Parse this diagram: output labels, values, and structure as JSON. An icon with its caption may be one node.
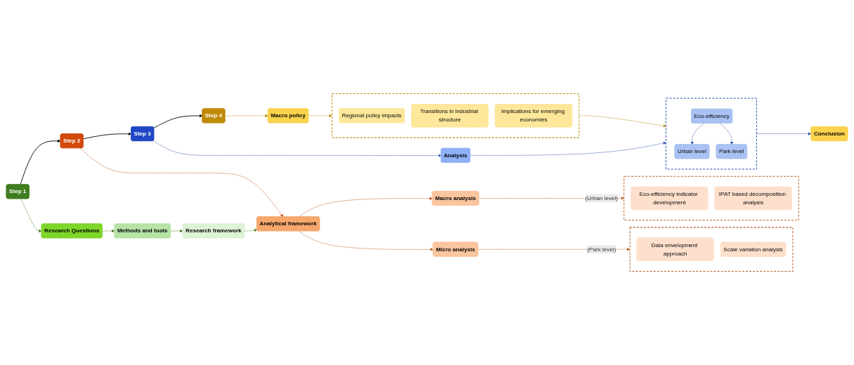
{
  "diagram": {
    "nodes": [
      {
        "text": [
          "Step 1"
        ]
      },
      {
        "text": [
          "Step 2"
        ]
      },
      {
        "text": [
          "Step 3"
        ]
      },
      {
        "text": [
          "Step 4"
        ]
      },
      {
        "text": [
          "Research Questions"
        ]
      },
      {
        "text": [
          "Methods and tools"
        ]
      },
      {
        "text": [
          "Research framework"
        ]
      },
      {
        "text": [
          "Analytical framework"
        ]
      },
      {
        "text": [
          "Macro analysis"
        ]
      },
      {
        "text": [
          "Micro analysis"
        ]
      },
      {
        "text": [],
        "shape": "box"
      },
      {
        "text": [
          "Eco-efficiency indicator development"
        ],
        "in": 10
      },
      {
        "text": [
          "IPAT based decomposition analysis"
        ],
        "in": 10
      },
      {
        "text": [],
        "shape": "box"
      },
      {
        "text": [
          "Data envelopment approach"
        ],
        "in": 13
      },
      {
        "text": [
          "Scale variation analysis"
        ],
        "in": 13
      },
      {
        "text": [
          "Analysis"
        ]
      },
      {
        "text": [],
        "shape": "box"
      },
      {
        "text": [
          "Eco-efficiency"
        ],
        "in": 17
      },
      {
        "text": [
          "Urban level"
        ],
        "in": 17
      },
      {
        "text": [
          "Park level"
        ],
        "in": 17
      },
      {
        "text": [
          "Macro policy"
        ]
      },
      {
        "text": [],
        "shape": "box"
      },
      {
        "text": [
          "Regional policy impacts"
        ],
        "in": 22
      },
      {
        "text": [
          "Transitions in industrial structure"
        ],
        "in": 22
      },
      {
        "text": [
          "Implications for emerging economies"
        ],
        "in": 22
      },
      {
        "text": [
          "Conclusion"
        ]
      }
    ],
    "edges": [
      {
        "from": 0,
        "to": 1,
        "arrow": "to",
        "color": "#000000"
      },
      {
        "from": 1,
        "to": 2,
        "arrow": "to",
        "color": "#000000"
      },
      {
        "from": 2,
        "to": 3,
        "arrow": "to",
        "color": "#000000"
      },
      {
        "from": 0,
        "to": 4,
        "arrow": "to",
        "style": "dashed",
        "color": "#4a7f1f"
      },
      {
        "from": 4,
        "to": 5,
        "arrow": "to",
        "style": "dashed",
        "color": "#4a7f1f"
      },
      {
        "from": 5,
        "to": 6,
        "arrow": "to",
        "style": "dashed",
        "color": "#4a7f1f"
      },
      {
        "from": 6,
        "to": 7,
        "arrow": "to",
        "style": "dashed",
        "color": "#4a7f1f"
      },
      {
        "from": 1,
        "to": 7,
        "arrow": "to",
        "style": "dashed",
        "color": "#c0581a"
      },
      {
        "from": 7,
        "to": 8,
        "arrow": "to",
        "style": "dashed",
        "color": "#c0581a"
      },
      {
        "from": 7,
        "to": 9,
        "arrow": "to",
        "style": "dashed",
        "color": "#c0581a"
      },
      {
        "from": 8,
        "to": 10,
        "arrow": "to",
        "label": "(Urban level)",
        "style": "dashed",
        "color": "#c0581a"
      },
      {
        "from": 9,
        "to": 13,
        "arrow": "to",
        "label": "(Park level)",
        "style": "dashed",
        "color": "#c0581a"
      },
      {
        "from": 2,
        "to": 16,
        "arrow": "to",
        "style": "dashed",
        "color": "#2a4fb5"
      },
      {
        "from": 16,
        "to": 17,
        "arrow": "to",
        "style": "dashed",
        "color": "#2a4fb5"
      },
      {
        "from": 18,
        "to": 19,
        "arrow": "to",
        "style": "dashed",
        "color": "#2a4fb5"
      },
      {
        "from": 18,
        "to": 20,
        "arrow": "to",
        "style": "dashed",
        "color": "#2a4fb5"
      },
      {
        "from": 17,
        "to": 26,
        "arrow": "to",
        "style": "dashed",
        "color": "#2a4fb5"
      },
      {
        "from": 3,
        "to": 21,
        "arrow": "to",
        "style": "dashed",
        "color": "#b8900a"
      },
      {
        "from": 21,
        "to": 22,
        "arrow": "to",
        "style": "dashed",
        "color": "#b8900a"
      },
      {
        "from": 22,
        "to": 17,
        "arrow": "to",
        "style": "dashed",
        "color": "#b8900a"
      }
    ]
  }
}
